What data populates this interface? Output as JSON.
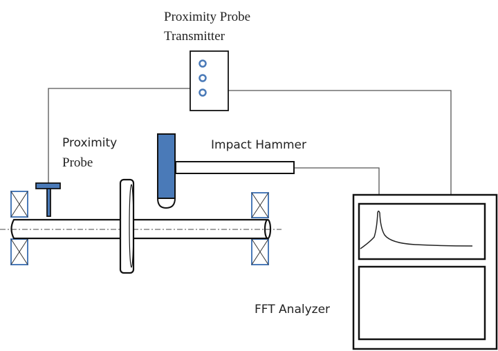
{
  "labels": {
    "transmitter": [
      "Proximity Probe",
      "Transmitter"
    ],
    "probe": [
      "Proximity",
      "Probe"
    ],
    "hammer": "Impact Hammer",
    "analyzer": "FFT Analyzer"
  },
  "colors": {
    "blue": "#4a7ab8",
    "line": "#111111",
    "wire": "#555555"
  }
}
